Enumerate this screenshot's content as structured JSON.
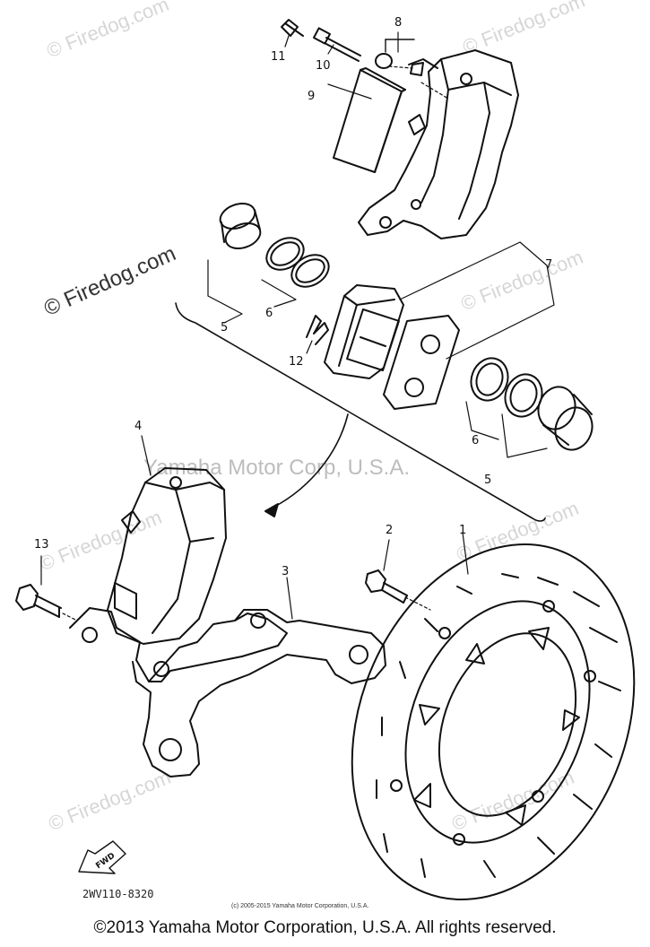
{
  "watermarks": {
    "firedog": "© Firedog.com",
    "yamaha": "Yamaha Motor Corp, U.S.A."
  },
  "callouts": [
    "1",
    "2",
    "3",
    "4",
    "5",
    "6",
    "7",
    "8",
    "9",
    "10",
    "11",
    "12",
    "13"
  ],
  "callout_labels": {
    "c1": "1",
    "c2": "2",
    "c3": "3",
    "c4": "4",
    "c5a": "5",
    "c5b": "5",
    "c6a": "6",
    "c6b": "6",
    "c7": "7",
    "c8": "8",
    "c9": "9",
    "c10": "10",
    "c11": "11",
    "c12": "12",
    "c13": "13"
  },
  "fwd_label": "FWD",
  "figure_code": "2WV110-8320",
  "small_copyright": "(c) 2005-2015 Yamaha Motor Corporation, U.S.A.",
  "footer": "©2013 Yamaha Motor Corporation, U.S.A. All rights reserved."
}
